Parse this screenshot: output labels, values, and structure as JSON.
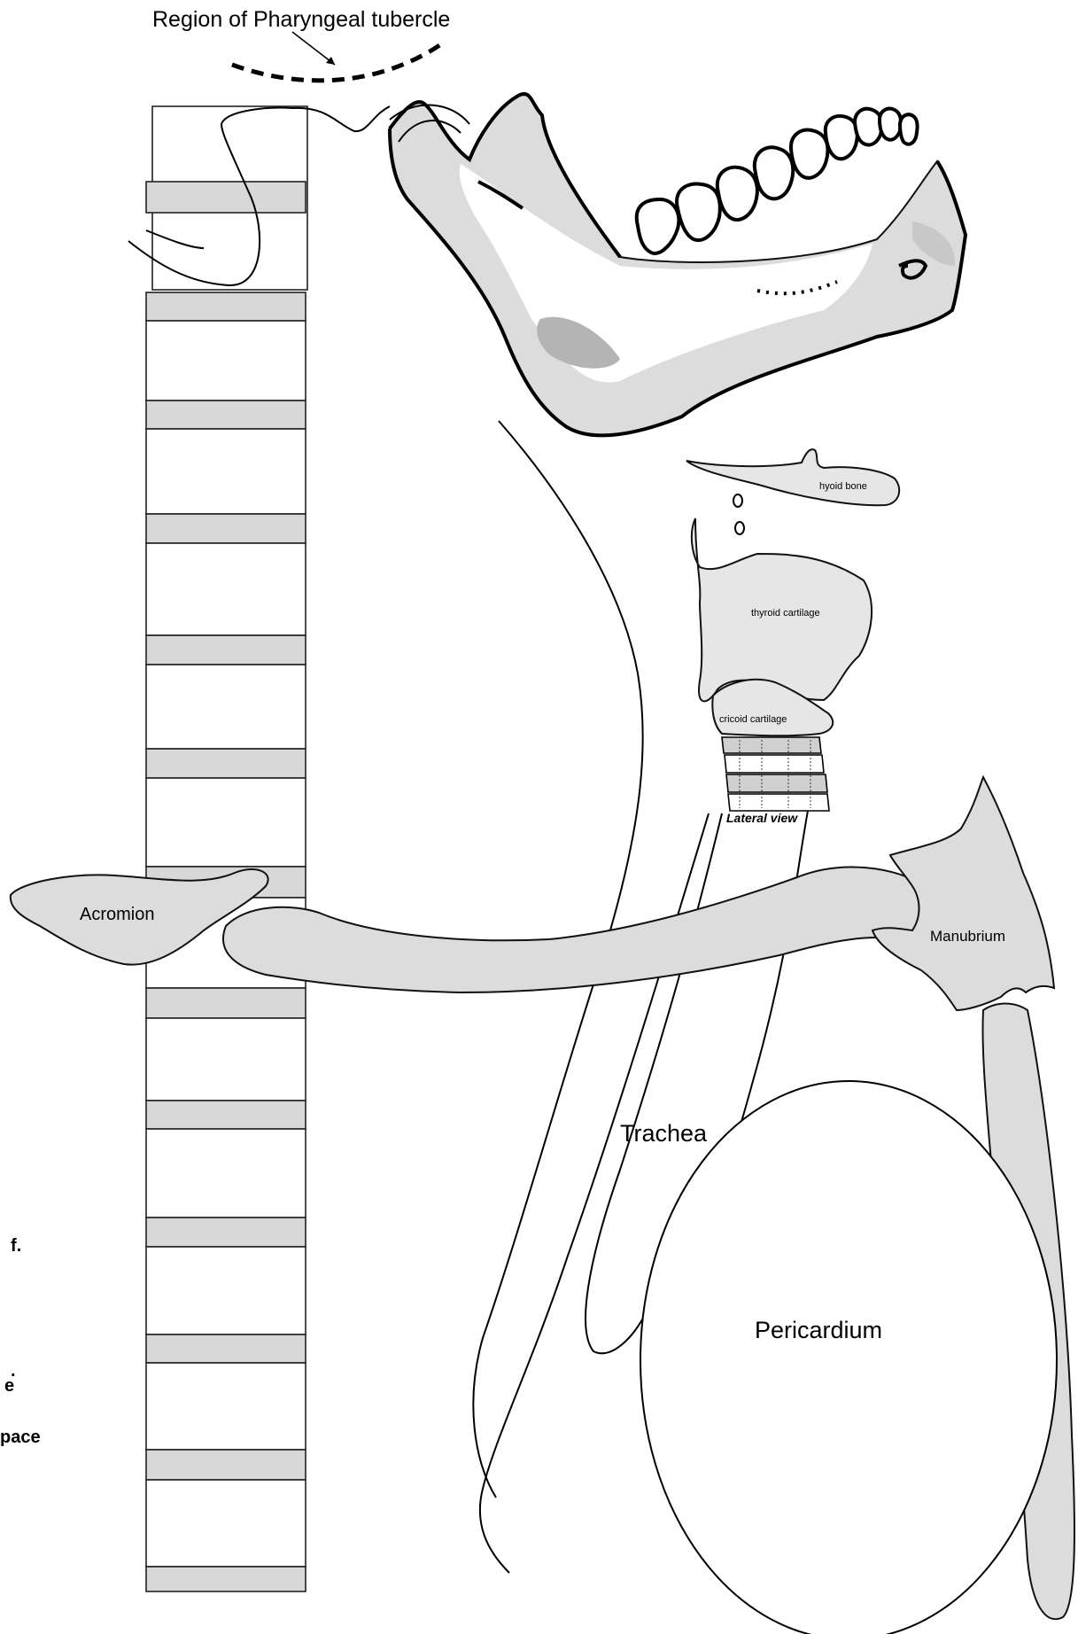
{
  "diagram": {
    "labels": {
      "pharyngeal": "Region of Pharyngeal tubercle",
      "hyoid": "hyoid bone",
      "thyroid": "thyroid cartilage",
      "cricoid": "cricoid cartilage",
      "lateral_view": "Lateral view",
      "acromion": "Acromion",
      "manubrium": "Manubrium",
      "trachea": "Trachea",
      "pericardium": "Pericardium"
    },
    "margin_fragments": [
      "f.",
      ".",
      "e",
      "pace"
    ],
    "colors": {
      "bone_fill": "#dcdcdc",
      "disc_fill": "#d8d8d8",
      "outline": "#000000"
    }
  }
}
